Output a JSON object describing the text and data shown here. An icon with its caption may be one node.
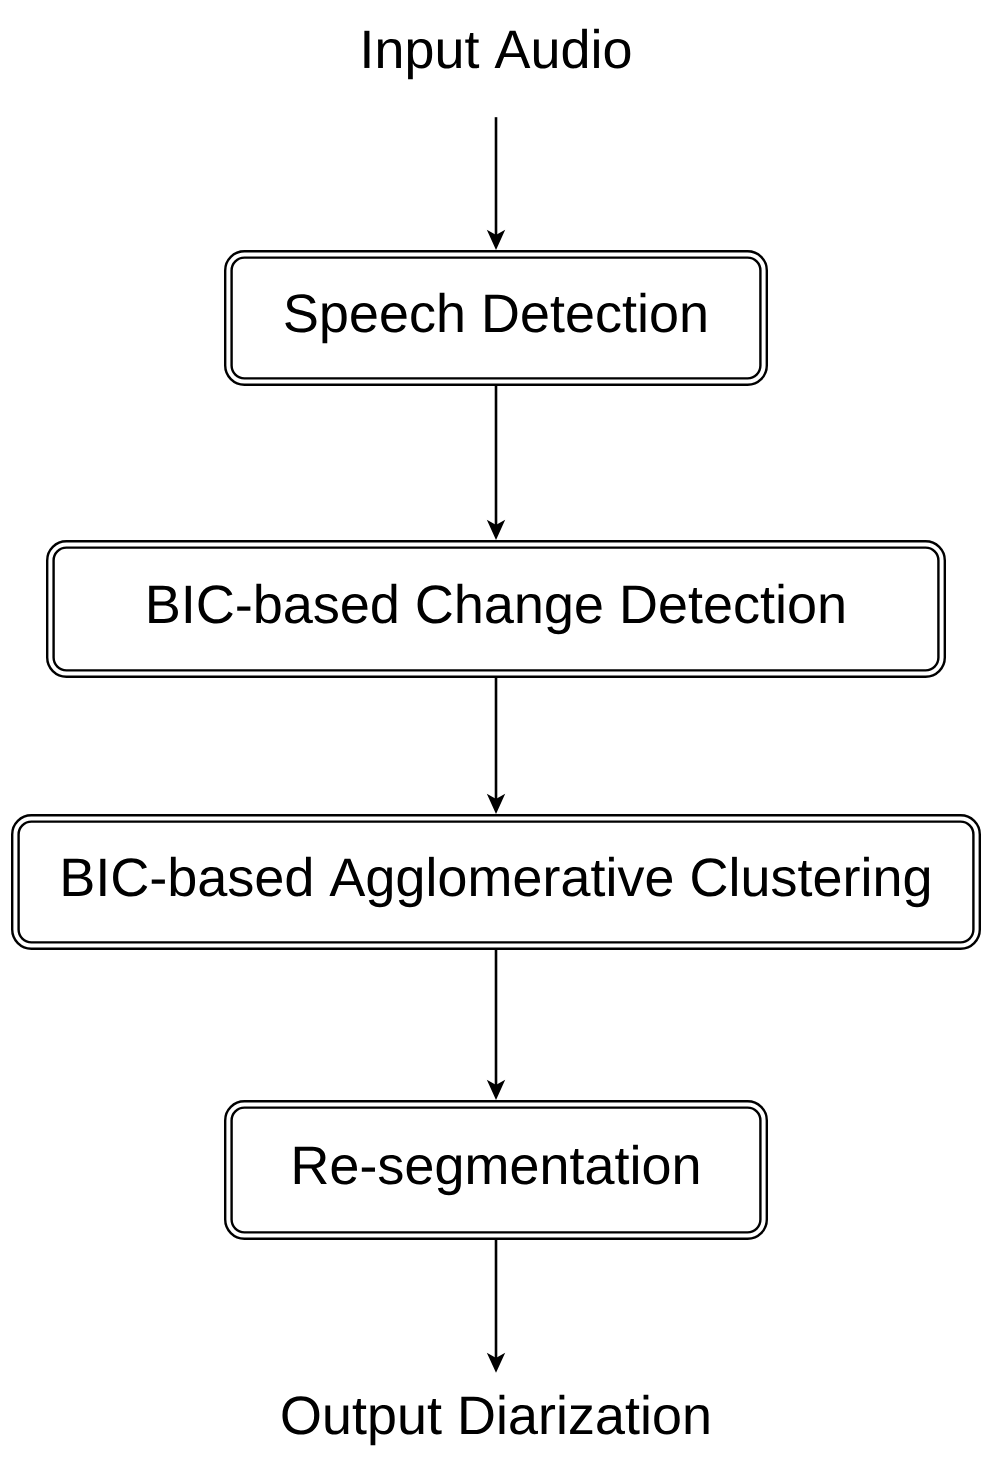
{
  "diagram": {
    "nodes": [
      {
        "text": [
          "Input Audio"
        ]
      },
      {
        "text": [
          "Speech Detection"
        ]
      },
      {
        "text": [
          "BIC-based Change Detection"
        ]
      },
      {
        "text": [
          "BIC-based Agglomerative Clustering"
        ]
      },
      {
        "text": [
          "Re-segmentation"
        ]
      },
      {
        "text": [
          "Output Diarization"
        ]
      }
    ],
    "edges": [
      {
        "from": 0,
        "to": 1,
        "arrow": "to"
      },
      {
        "from": 1,
        "to": 2,
        "arrow": "to"
      },
      {
        "from": 2,
        "to": 3,
        "arrow": "to"
      },
      {
        "from": 3,
        "to": 4,
        "arrow": "to"
      },
      {
        "from": 4,
        "to": 5,
        "arrow": "to"
      }
    ]
  }
}
